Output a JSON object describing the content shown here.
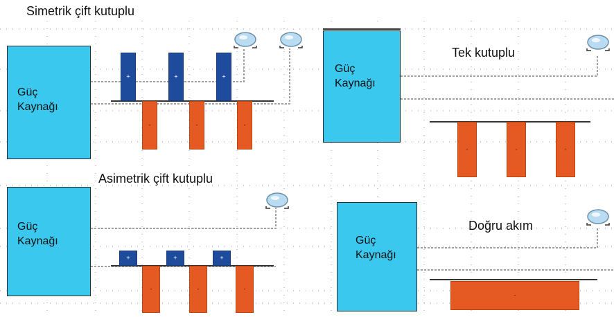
{
  "panels": {
    "symmetric": {
      "title": "Simetrik çift kutuplu",
      "source_line1": "Güç",
      "source_line2": "Kaynağı"
    },
    "monopolar": {
      "title": "Tek kutuplu",
      "source_line1": "Güç",
      "source_line2": "Kaynağı"
    },
    "asymmetric": {
      "title": "Asimetrik çift kutuplu",
      "source_line1": "Güç",
      "source_line2": "Kaynağı"
    },
    "direct": {
      "title": "Doğru akım",
      "source_line1": "Güç",
      "source_line2": "Kaynağı"
    }
  },
  "colors": {
    "power_source": "#3bc8ee",
    "positive_pulse": "#1f4b9c",
    "negative_pulse": "#e45a22",
    "electrode": "#b9dcf2"
  }
}
